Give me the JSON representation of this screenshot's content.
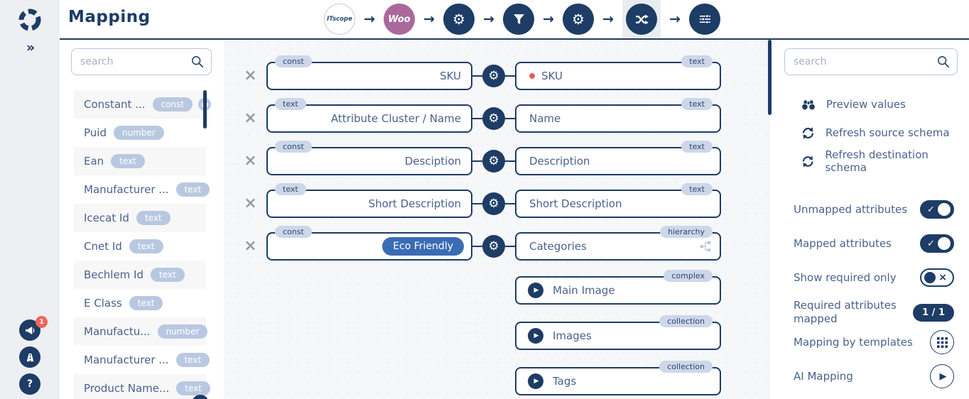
{
  "colors": {
    "primary_navy": "#1d3c66",
    "badge_blue": "#b9c8e1",
    "box_badge_blue": "#ccd7e9",
    "constant_pill_blue": "#3a6cb4",
    "required_red": "#e2604f",
    "notification_red": "#f4645a",
    "woo_purple": "#a9699b"
  },
  "icons": {
    "collapse_chevron": "»",
    "arrow_right": "→",
    "gear": "⚙",
    "close_x": "×",
    "play": "▶",
    "check": "✓",
    "cross": "×",
    "question_mark": "?"
  },
  "sidebar": {
    "notification_count": "1"
  },
  "header": {
    "title": "Mapping",
    "source_connector_label": "ITscope",
    "destination_connector_label": "Woo",
    "mapping_step_active": true
  },
  "left_panel": {
    "search_placeholder": "search",
    "attributes": [
      {
        "label": "Constant ...",
        "type": "const",
        "has_info": true
      },
      {
        "label": "Puid",
        "type": "number"
      },
      {
        "label": "Ean",
        "type": "text"
      },
      {
        "label": "Manufacturer ...",
        "type": "text"
      },
      {
        "label": "Icecat Id",
        "type": "text"
      },
      {
        "label": "Cnet Id",
        "type": "text"
      },
      {
        "label": "Bechlem Id",
        "type": "text"
      },
      {
        "label": "E Class",
        "type": "text"
      },
      {
        "label": "Manufactu...",
        "type": "number"
      },
      {
        "label": "Manufacturer ...",
        "type": "text"
      },
      {
        "label": "Product Name...",
        "type": "text"
      }
    ]
  },
  "mappings": [
    {
      "source_type": "const",
      "source": "SKU",
      "dest_type": "text",
      "dest": "SKU",
      "required": true
    },
    {
      "source_type": "text",
      "source": "Attribute Cluster / Name",
      "dest_type": "text",
      "dest": "Name"
    },
    {
      "source_type": "const",
      "source": "Desciption",
      "dest_type": "text",
      "dest": "Description"
    },
    {
      "source_type": "text",
      "source": "Short Description",
      "dest_type": "text",
      "dest": "Short Description"
    },
    {
      "source_type": "const",
      "source": "Eco Friendly",
      "source_pill": true,
      "dest_type": "hierarchy",
      "dest": "Categories",
      "hierarchy_icon": true
    }
  ],
  "destination_only": [
    {
      "label": "Main Image",
      "type": "complex"
    },
    {
      "label": "Images",
      "type": "collection"
    },
    {
      "label": "Tags",
      "type": "collection"
    }
  ],
  "right_panel": {
    "search_placeholder": "search",
    "actions": [
      {
        "label": "Preview values"
      },
      {
        "label": "Refresh source schema"
      },
      {
        "label": "Refresh destination schema"
      }
    ],
    "toggles": [
      {
        "label": "Unmapped attributes",
        "enabled": true
      },
      {
        "label": "Mapped attributes",
        "enabled": true
      },
      {
        "label": "Show required only",
        "enabled": false
      }
    ],
    "required_attributes": {
      "label": "Required attributes mapped",
      "value": "1 / 1"
    },
    "templates_label": "Mapping by templates",
    "ai_label": "AI Mapping"
  }
}
